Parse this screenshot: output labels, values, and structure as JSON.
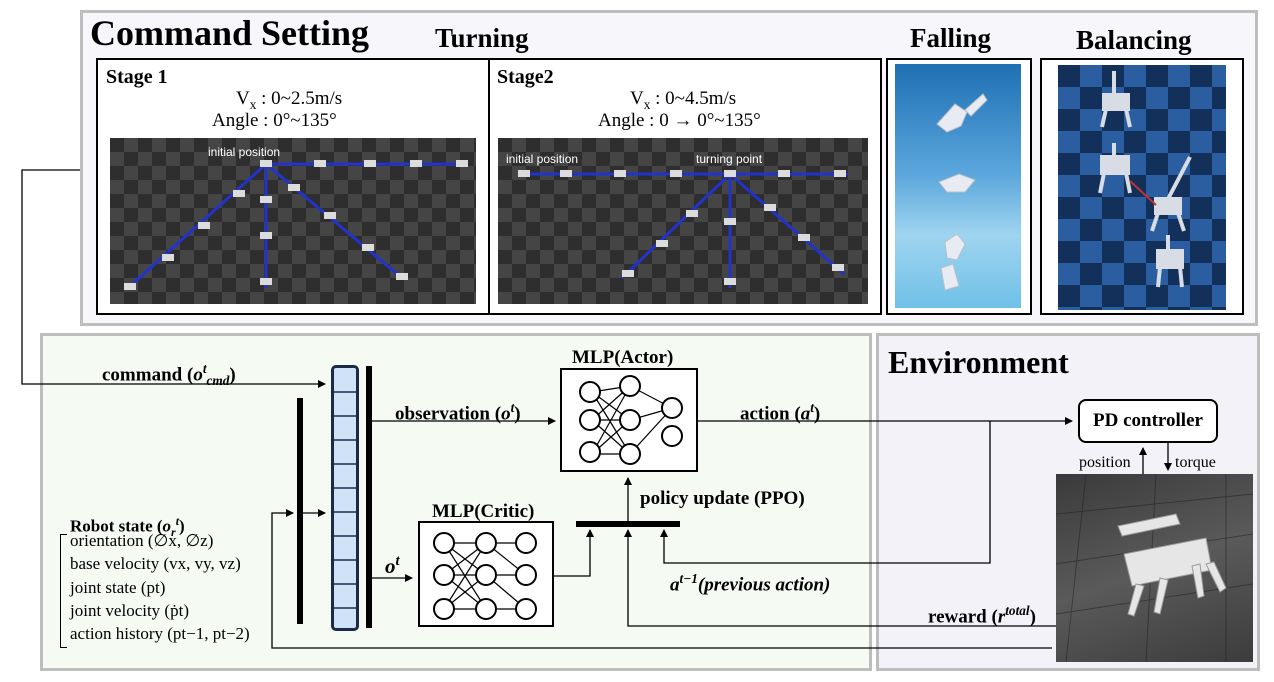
{
  "command_setting": {
    "title": "Command Setting",
    "turning_label": "Turning",
    "falling_label": "Falling",
    "balancing_label": "Balancing",
    "stage1": {
      "title": "Stage 1",
      "vx_prefix": "V",
      "vx_sub": "x",
      "vx_value": " : 0~2.5m/s",
      "angle": "Angle : 0°~135°",
      "sim_label": "initial position"
    },
    "stage2": {
      "title": "Stage2",
      "vx_prefix": "V",
      "vx_sub": "x",
      "vx_value": " : 0~4.5m/s",
      "angle": "Angle : 0 → 0°~135°",
      "sim_label_1": "initial position",
      "sim_label_2": "turning point"
    }
  },
  "policy": {
    "command_label": "command (",
    "command_sym": "o",
    "command_sup": "t",
    "command_sub": "cmd",
    "command_close": ")",
    "observation_label": "observation (",
    "observation_sym": "o",
    "observation_sup": "t",
    "observation_close": ")",
    "o_t_sym": "o",
    "o_t_sup": "t",
    "actor_title": "MLP(Actor)",
    "critic_title": "MLP(Critic)",
    "action_label": "action (",
    "action_sym": "a",
    "action_sup": "t",
    "action_close": ")",
    "policy_update": "policy update (PPO)",
    "prev_action_sym": "a",
    "prev_action_sup": "t−1",
    "prev_action_text": "(previous action)",
    "reward_label": "reward (",
    "reward_sym": "r",
    "reward_sup": "total",
    "reward_close": ")"
  },
  "robot_state": {
    "title": "Robot state (",
    "title_sym": "o",
    "title_sub": "r",
    "title_sup": "t",
    "title_close": ")",
    "items": [
      "orientation (∅x, ∅z)",
      "base velocity (vx, vy, vz)",
      "joint state (pt)",
      "joint velocity (ṗt)",
      "action history (pt−1, pt−2)"
    ]
  },
  "environment": {
    "title": "Environment",
    "pd_controller": "PD controller",
    "position": "position",
    "torque": "torque"
  }
}
